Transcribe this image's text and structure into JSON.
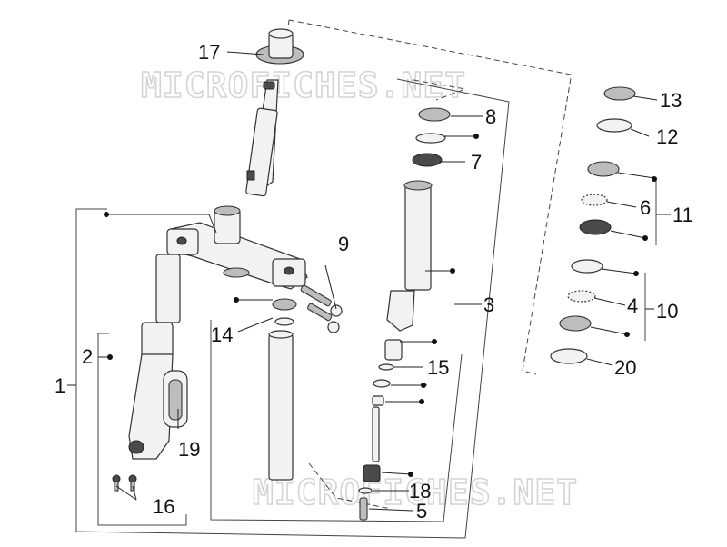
{
  "watermark": "MICROFICHES.NET",
  "labels": {
    "l1": "1",
    "l2": "2",
    "l3": "3",
    "l4": "4",
    "l5": "5",
    "l6": "6",
    "l7": "7",
    "l8": "8",
    "l9": "9",
    "l10": "10",
    "l11": "11",
    "l12": "12",
    "l13": "13",
    "l14": "14",
    "l15": "15",
    "l16": "16",
    "l17": "17",
    "l18": "18",
    "l19": "19",
    "l20": "20"
  }
}
